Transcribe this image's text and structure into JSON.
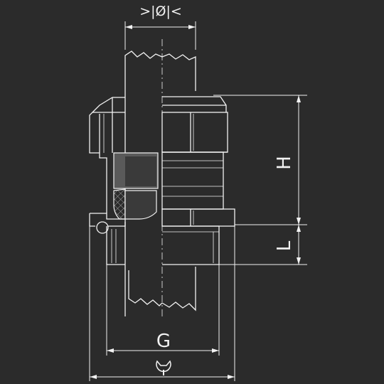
{
  "labels": {
    "diameter": ">|Ø|<",
    "height": "H",
    "thread_length": "L",
    "thread": "G"
  },
  "icons": {
    "wrench": "wrench-icon"
  },
  "colors": {
    "background": "#2b2b2b",
    "line": "#f2f2f2",
    "seal": "#5a5a5a",
    "seal_dark": "#3a3a3a"
  }
}
